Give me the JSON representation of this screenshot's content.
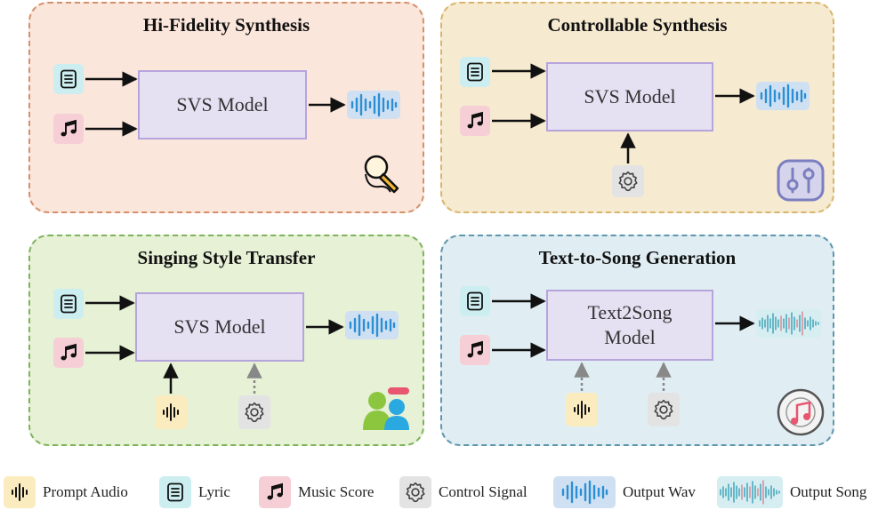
{
  "panels": {
    "hifi": {
      "title": "Hi-Fidelity Synthesis",
      "model": "SVS Model"
    },
    "ctrl": {
      "title": "Controllable Synthesis",
      "model": "SVS Model"
    },
    "style": {
      "title": "Singing Style Transfer",
      "model": "SVS Model"
    },
    "t2s": {
      "title": "Text-to-Song Generation",
      "model_line1": "Text2Song",
      "model_line2": "Model"
    }
  },
  "legend": {
    "prompt_audio": "Prompt Audio",
    "lyric": "Lyric",
    "music_score": "Music Score",
    "control_signal": "Control Signal",
    "output_wav": "Output Wav",
    "output_song": "Output Song"
  },
  "icons": {
    "lyric": "document-icon",
    "music": "music-note-icon",
    "prompt": "audio-wave-icon",
    "control": "gear-icon",
    "wav": "waveform-icon",
    "song": "song-waveform-icon",
    "hifi_deco": "microphone-icon",
    "ctrl_deco": "sliders-icon",
    "style_deco": "people-icon",
    "t2s_deco": "music-disc-icon"
  },
  "colors": {
    "hifi_bg": "#fbe6dc",
    "ctrl_bg": "#f6ead0",
    "style_bg": "#e6f1d6",
    "t2s_bg": "#e0eef3",
    "model_bg": "#e6e0f3",
    "wave_blue": "#2c8fd6"
  }
}
